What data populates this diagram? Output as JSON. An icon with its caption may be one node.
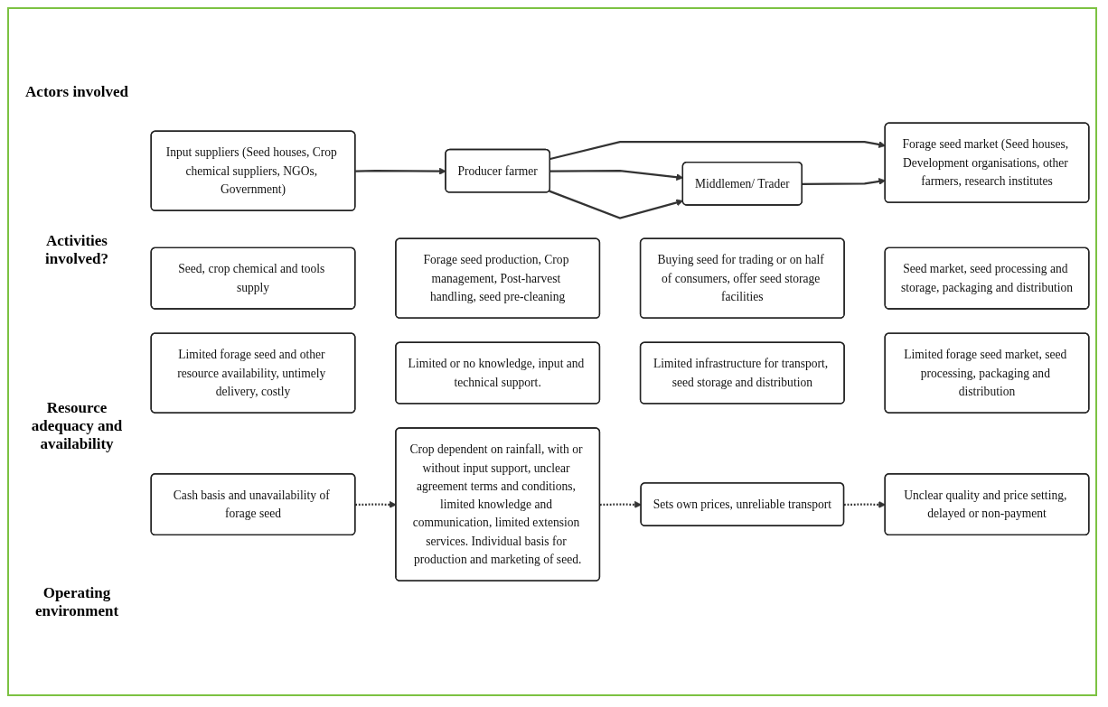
{
  "diagram": {
    "nodes": [
      {
        "text": [
          "Input suppliers (Seed houses, Crop chemical suppliers, NGOs, Government)"
        ]
      },
      {
        "text": [
          "Producer farmer"
        ]
      },
      {
        "text": [
          "Forage seed market (Seed houses, Development organisations, other farmers, research institutes"
        ]
      },
      {
        "text": [
          "Middlemen/ Trader"
        ]
      },
      {
        "text": [
          "Seed, crop chemical and tools supply"
        ]
      },
      {
        "text": [
          "Forage seed production, Crop management, Post-harvest handling, seed pre-cleaning"
        ]
      },
      {
        "text": [
          "Buying seed for trading or on half of consumers, offer seed storage facilities"
        ]
      },
      {
        "text": [
          "Seed market, seed processing and storage, packaging and distribution"
        ]
      },
      {
        "text": [
          "Limited forage seed and other resource availability, untimely delivery, costly"
        ]
      },
      {
        "text": [
          "Limited or no knowledge, input and technical support."
        ]
      },
      {
        "text": [
          "Limited infrastructure for transport, seed storage and distribution"
        ]
      },
      {
        "text": [
          "Limited forage seed market, seed processing, packaging and distribution"
        ]
      },
      {
        "text": [
          "Cash basis and unavailability of forage seed"
        ]
      },
      {
        "text": [
          "Crop dependent on rainfall, with or without input support, unclear agreement terms and conditions, limited knowledge and communication, limited extension services. Individual basis for production and marketing of seed."
        ]
      },
      {
        "text": [
          "Sets own prices, unreliable transport"
        ]
      },
      {
        "text": [
          "Unclear quality and price setting, delayed or non-payment"
        ]
      }
    ],
    "edges": [
      {
        "from": 0,
        "to": 1,
        "arrow": "to"
      },
      {
        "from": 1,
        "to": 2,
        "arrow": "to"
      },
      {
        "from": 1,
        "to": 3,
        "arrow": "to"
      },
      {
        "from": 1,
        "to": 3,
        "arrow": "to"
      },
      {
        "from": 3,
        "to": 2,
        "arrow": "to"
      },
      {
        "from": 12,
        "to": 13,
        "arrow": "to",
        "style": "dashed"
      },
      {
        "from": 13,
        "to": 14,
        "arrow": "to",
        "style": "dashed"
      },
      {
        "from": 14,
        "to": 15,
        "arrow": "to",
        "style": "dashed"
      }
    ],
    "labels": [
      "Actors involved",
      "Activities involved?",
      "Resource adequacy and availability",
      "Operating environment"
    ]
  }
}
